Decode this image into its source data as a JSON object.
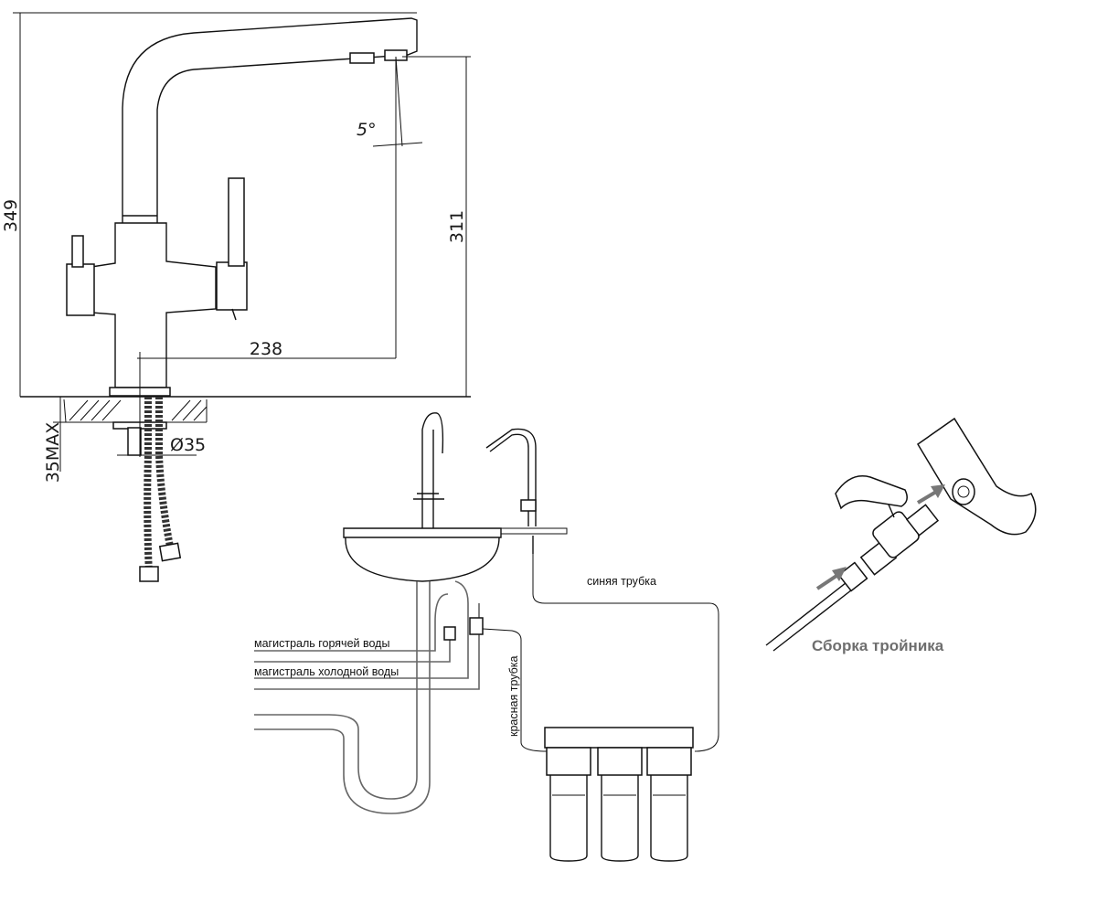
{
  "faucet_drawing": {
    "height_total": "349",
    "spout_height": "311",
    "reach": "238",
    "angle": "5°",
    "max_thickness": "35MAX",
    "hole_diameter": "Ø35"
  },
  "install_diagram": {
    "hot_main": "магистраль горячей воды",
    "cold_main": "магистраль холодной воды",
    "blue_tube": "синяя трубка",
    "red_tube": "красная трубка"
  },
  "tee_assembly": {
    "caption": "Сборка тройника"
  }
}
